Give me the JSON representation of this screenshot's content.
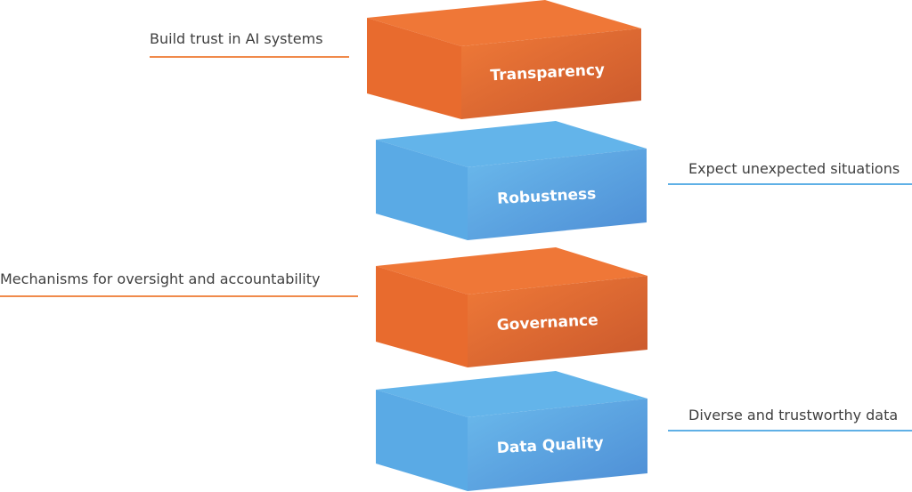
{
  "colors": {
    "orange_front": "#ec7034",
    "orange_front_dark": "#c8552a",
    "orange_top": "#ef7839",
    "blue_front": "#63b3e9",
    "blue_front_dark": "#4f8fd6",
    "blue_top": "#62b3ea",
    "orange_rule": "#f08a4b",
    "blue_rule": "#5fb0e6",
    "annotation_text": "#3f3f3f"
  },
  "pillars": [
    {
      "label": "Transparency",
      "color": "orange",
      "annotation": "Build trust in AI systems",
      "annotation_side": "left"
    },
    {
      "label": "Robustness",
      "color": "blue",
      "annotation": "Expect unexpected situations",
      "annotation_side": "right"
    },
    {
      "label": "Governance",
      "color": "orange",
      "annotation": "Mechanisms for oversight and accountability",
      "annotation_side": "left"
    },
    {
      "label": "Data Quality",
      "color": "blue",
      "annotation": "Diverse and trustworthy data",
      "annotation_side": "right"
    }
  ]
}
